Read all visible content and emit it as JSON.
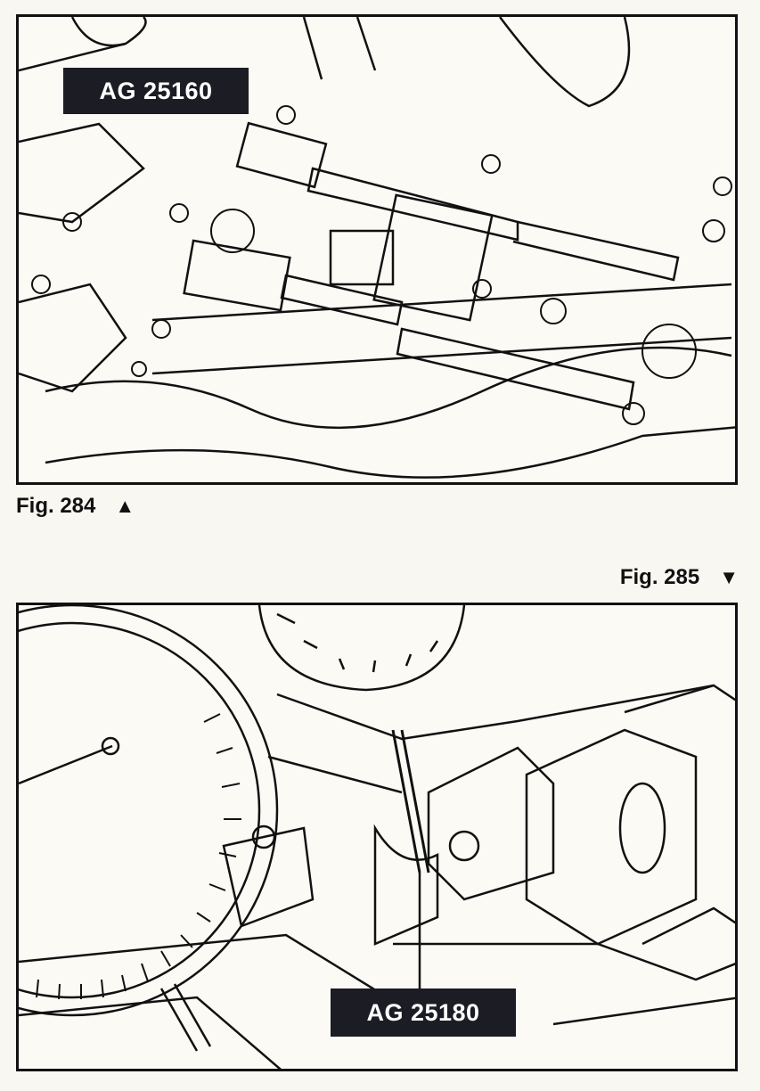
{
  "figures": [
    {
      "caption": "Fig. 284",
      "arrow_icon": "triangle-up",
      "arrow": "▲",
      "tool_label": "AG 25160"
    },
    {
      "caption": "Fig. 285",
      "arrow_icon": "triangle-down",
      "arrow": "▼",
      "tool_label": "AG 25180"
    }
  ]
}
